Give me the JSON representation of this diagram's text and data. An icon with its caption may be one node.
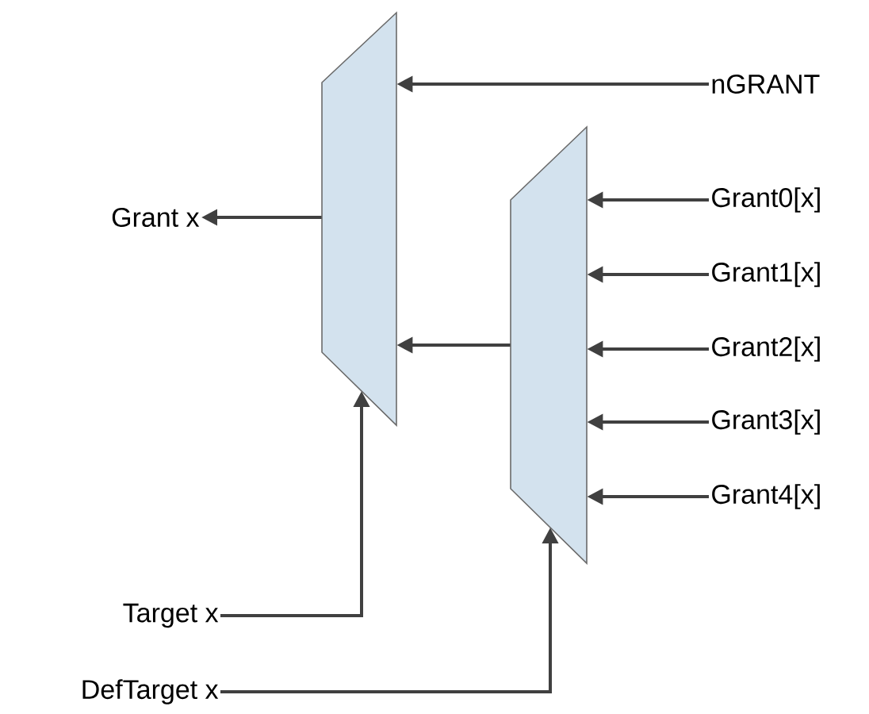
{
  "diagram": {
    "nodes": [
      {
        "text": [],
        "shape": "trapezoid"
      },
      {
        "text": [],
        "shape": "trapezoid"
      },
      {
        "text": [
          "nGRANT"
        ]
      },
      {
        "text": [
          "Grant0[x]"
        ]
      },
      {
        "text": [
          "Grant1[x]"
        ]
      },
      {
        "text": [
          "Grant2[x]"
        ]
      },
      {
        "text": [
          "Grant3[x]"
        ]
      },
      {
        "text": [
          "Grant4[x]"
        ]
      },
      {
        "text": [
          "Grant x"
        ]
      },
      {
        "text": [
          "Target x"
        ]
      },
      {
        "text": [
          "DefTarget x"
        ]
      }
    ],
    "edges": [
      {
        "from": 2,
        "to": 0,
        "arrow": "to"
      },
      {
        "from": 3,
        "to": 1,
        "arrow": "to"
      },
      {
        "from": 4,
        "to": 1,
        "arrow": "to"
      },
      {
        "from": 5,
        "to": 1,
        "arrow": "to"
      },
      {
        "from": 6,
        "to": 1,
        "arrow": "to"
      },
      {
        "from": 7,
        "to": 1,
        "arrow": "to"
      },
      {
        "from": 1,
        "to": 0,
        "arrow": "to"
      },
      {
        "from": 0,
        "to": 8,
        "arrow": "to"
      },
      {
        "from": 9,
        "to": 0,
        "arrow": "to"
      },
      {
        "from": 10,
        "to": 1,
        "arrow": "to"
      }
    ]
  }
}
